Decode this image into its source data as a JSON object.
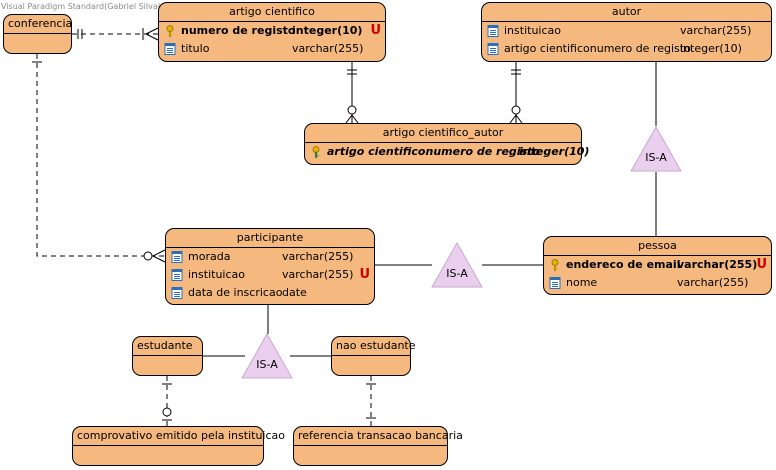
{
  "watermark": "Visual Paradigm Standard(Gabriel Silva(Universidade de Aveiro))",
  "colors": {
    "entity_fill": "#f5b97f",
    "isa_fill": "#ead0ee",
    "unique_marker": "#cc0000",
    "key_icon": "#e8b400"
  },
  "entities": {
    "conferencia": {
      "title": "conferencia"
    },
    "artigo_cientifico": {
      "title": "artigo cientifico",
      "columns": [
        {
          "name": "numero de registo",
          "type": "integer(10)",
          "icon": "key-icon",
          "unique": "U"
        },
        {
          "name": "titulo",
          "type": "varchar(255)",
          "icon": "column-icon"
        }
      ]
    },
    "autor": {
      "title": "autor",
      "columns": [
        {
          "name": "instituicao",
          "type": "varchar(255)",
          "icon": "column-icon"
        },
        {
          "name": "artigo cientificonumero de registo",
          "type": "integer(10)",
          "icon": "column-icon"
        }
      ]
    },
    "artigo_cientifico_autor": {
      "title": "artigo cientifico_autor",
      "columns": [
        {
          "name": "artigo cientificonumero de registo",
          "type": "integer(10)",
          "icon": "foreign-key-icon"
        }
      ]
    },
    "participante": {
      "title": "participante",
      "columns": [
        {
          "name": "morada",
          "type": "varchar(255)",
          "icon": "column-icon"
        },
        {
          "name": "instituicao",
          "type": "varchar(255)",
          "icon": "column-icon",
          "unique": "U"
        },
        {
          "name": "data de inscricao",
          "type": "date",
          "icon": "column-icon"
        }
      ]
    },
    "pessoa": {
      "title": "pessoa",
      "columns": [
        {
          "name": "endereco de email",
          "type": "varchar(255)",
          "icon": "key-icon",
          "unique": "U"
        },
        {
          "name": "nome",
          "type": "varchar(255)",
          "icon": "column-icon"
        }
      ]
    },
    "estudante": {
      "title": "estudante"
    },
    "nao_estudante": {
      "title": "nao estudante"
    },
    "comprovativo": {
      "title": "comprovativo emitido pela instituicao"
    },
    "referencia": {
      "title": "referencia transacao bancaria"
    }
  },
  "isa": {
    "autor_pessoa": "IS-A",
    "participante_pessoa": "IS-A",
    "participante_sub": "IS-A"
  }
}
